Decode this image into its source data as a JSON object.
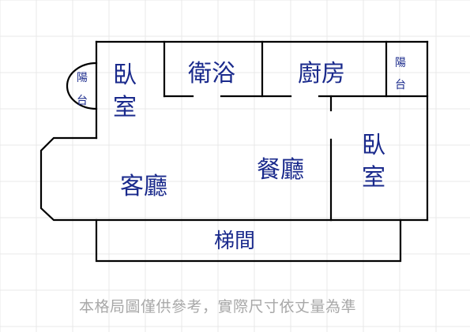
{
  "floor_plan": {
    "rooms": {
      "bedroom_left": "臥室",
      "balcony_left": "陽台",
      "bathroom": "衛浴",
      "kitchen": "廚房",
      "balcony_right": "陽台",
      "bedroom_right": "臥室",
      "living_room": "客廳",
      "dining_room": "餐廳",
      "stairwell": "梯間"
    }
  },
  "disclaimer": "本格局圖僅供參考，實際尺寸依丈量為準",
  "colors": {
    "label_text": "#1a2a8c",
    "walls": "#000000",
    "disclaimer_text": "#a8a8a8",
    "background_grid": "#e9e9e9"
  }
}
